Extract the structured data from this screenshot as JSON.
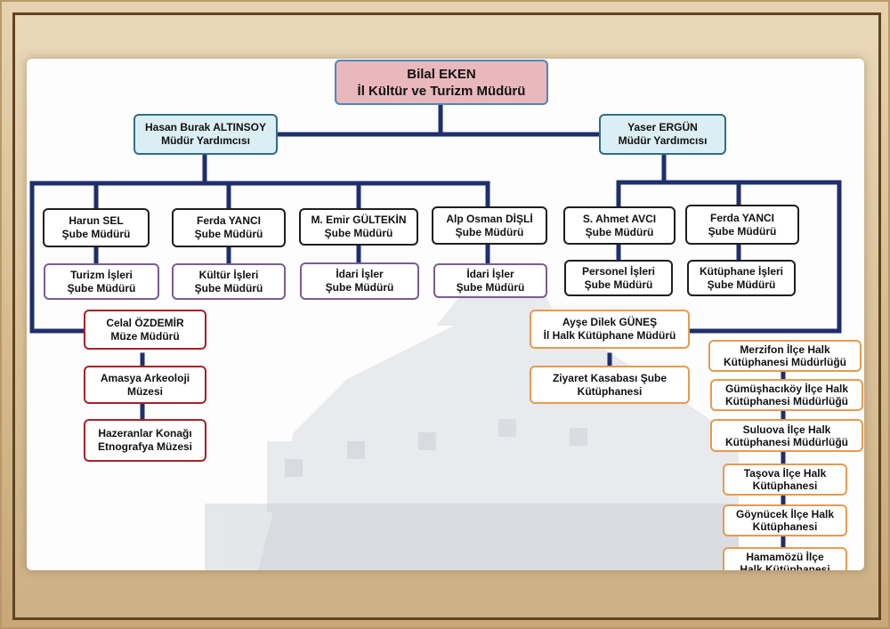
{
  "director": {
    "name": "Bilal EKEN",
    "title": "İl Kültür ve Turizm Müdürü"
  },
  "deputies": [
    {
      "name": "Hasan Burak ALTINSOY",
      "title": "Müdür Yardımcısı"
    },
    {
      "name": "Yaser ERGÜN",
      "title": "Müdür Yardımcısı"
    }
  ],
  "branch_managers": [
    {
      "name": "Harun SEL",
      "title": "Şube Müdürü"
    },
    {
      "name": "Ferda YANCI",
      "title": "Şube Müdürü"
    },
    {
      "name": "M. Emir GÜLTEKİN",
      "title": "Şube Müdürü"
    },
    {
      "name": "Alp Osman DİŞLİ",
      "title": "Şube Müdürü"
    },
    {
      "name": "S. Ahmet AVCI",
      "title": "Şube Müdürü"
    },
    {
      "name": "Ferda YANCI",
      "title": "Şube Müdürü"
    }
  ],
  "branch_units": [
    {
      "line1": "Turizm İşleri",
      "line2": "Şube Müdürü"
    },
    {
      "line1": "Kültür İşleri",
      "line2": "Şube Müdürü"
    },
    {
      "line1": "İdari İşler",
      "line2": "Şube Müdürü"
    },
    {
      "line1": "İdari İşler",
      "line2": "Şube Müdürü"
    },
    {
      "line1": "Personel İşleri",
      "line2": "Şube Müdürü"
    },
    {
      "line1": "Kütüphane İşleri",
      "line2": "Şube Müdürü"
    }
  ],
  "museum": {
    "manager": {
      "name": "Celal ÖZDEMİR",
      "title": "Müze Müdürü"
    },
    "units": [
      {
        "line1": "Amasya Arkeoloji",
        "line2": "Müzesi"
      },
      {
        "line1": "Hazeranlar Konağı",
        "line2": "Etnografya Müzesi"
      }
    ]
  },
  "library": {
    "manager": {
      "name": "Ayşe Dilek GÜNEŞ",
      "title": "İl Halk Kütüphane Müdürü"
    },
    "branch": {
      "line1": "Ziyaret Kasabası Şube",
      "line2": "Kütüphanesi"
    }
  },
  "district_libraries": [
    {
      "line1": "Merzifon İlçe Halk",
      "line2": "Kütüphanesi Müdürlüğü"
    },
    {
      "line1": "Gümüşhacıköy İlçe Halk",
      "line2": "Kütüphanesi Müdürlüğü"
    },
    {
      "line1": "Suluova İlçe Halk",
      "line2": "Kütüphanesi Müdürlüğü"
    },
    {
      "line1": "Taşova İlçe Halk",
      "line2": "Kütüphanesi"
    },
    {
      "line1": "Göynücek İlçe Halk",
      "line2": "Kütüphanesi"
    },
    {
      "line1": "Hamamözü İlçe",
      "line2": "Halk Kütüphanesi"
    }
  ],
  "colors": {
    "connector": "#1f2f6b",
    "director_fill": "#e9b8bd",
    "deputy_fill": "#dbeef4"
  }
}
